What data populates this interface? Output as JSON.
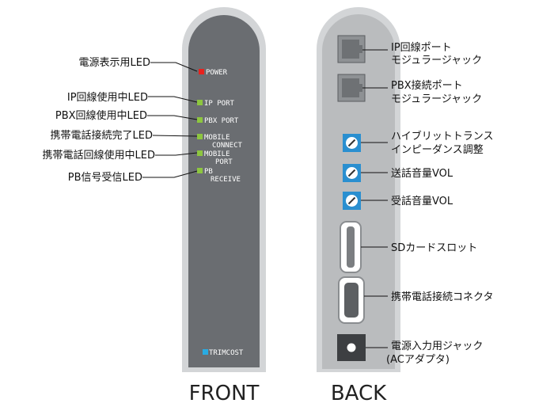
{
  "front": {
    "caption": "FRONT",
    "brand": "TRIMCOST",
    "leds": [
      {
        "label": "POWER",
        "color": "#e8211d"
      },
      {
        "label": "IP PORT",
        "color": "#8dc63f"
      },
      {
        "label": "PBX PORT",
        "color": "#8dc63f"
      },
      {
        "label": "MOBILE",
        "label2": "CONNECT",
        "color": "#8dc63f"
      },
      {
        "label": "MOBILE",
        "label2": "PORT",
        "color": "#8dc63f"
      },
      {
        "label": "PB",
        "label2": "RECEIVE",
        "color": "#8dc63f"
      }
    ],
    "callouts": [
      "電源表示用LED",
      "IP回線使用中LED",
      "PBX回線使用中LED",
      "携帯電話接続完了LED",
      "携帯電話回線使用中LED",
      "PB信号受信LED"
    ]
  },
  "back": {
    "caption": "BACK",
    "callouts": [
      {
        "line1": "IP回線ポート",
        "line2": "モジュラージャック"
      },
      {
        "line1": "PBX接続ポート",
        "line2": "モジュラージャック"
      },
      {
        "line1": "ハイブリットトランス",
        "line2": "インピーダンス調整"
      },
      {
        "line1": "送話音量VOL",
        "line2": ""
      },
      {
        "line1": "受話音量VOL",
        "line2": ""
      },
      {
        "line1": "SDカードスロット",
        "line2": ""
      },
      {
        "line1": "携帯電話接続コネクタ",
        "line2": ""
      },
      {
        "line1": "電源入力用ジャック",
        "line2": "(ACアダプタ)"
      }
    ]
  },
  "colors": {
    "front_body": "#6a6d71",
    "front_border": "#d3d5d7",
    "back_body": "#babcbe",
    "knob": "#2a8fd0",
    "brand_square": "#29abe2"
  }
}
